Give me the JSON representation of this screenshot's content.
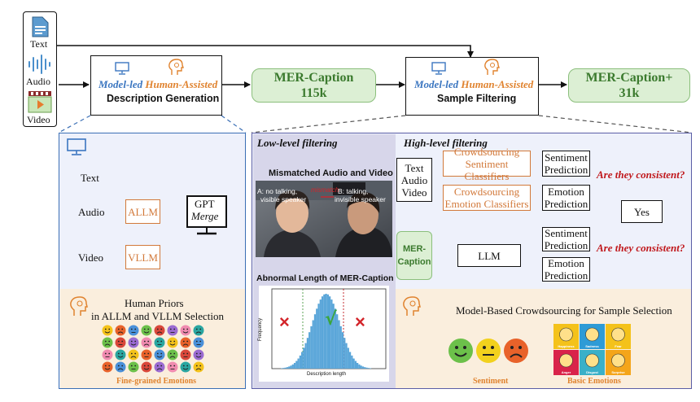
{
  "inputs": {
    "text": "Text",
    "audio": "Audio",
    "video": "Video"
  },
  "stage1": {
    "model_led": "Model-led",
    "human_assisted": "Human-Assisted",
    "title": "Description Generation"
  },
  "stage2": {
    "model_led": "Model-led",
    "human_assisted": "Human-Assisted",
    "title": "Sample Filtering"
  },
  "mer_caption": {
    "name": "MER-Caption",
    "count": "115k"
  },
  "mer_caption_plus": {
    "name": "MER-Caption+",
    "count": "31k"
  },
  "left_panel": {
    "text": "Text",
    "audio": "Audio",
    "video": "Video",
    "allm": "ALLM",
    "vllm": "VLLM",
    "gpt": "GPT",
    "merge": "Merge",
    "priors_line1": "Human Priors",
    "priors_line2": "in ALLM and VLLM Selection",
    "fine_grained": "Fine-grained Emotions"
  },
  "low_level": {
    "title": "Low-level filtering",
    "mismatch": "Mismatched Audio and Video",
    "speaker_a": "A: no talking,",
    "speaker_a2": "visible speaker",
    "mismatch_tag": "mismatch",
    "speaker_b": "B: talking,",
    "speaker_b2": "invisible speaker",
    "abnormal": "Abnormal Length of MER-Caption",
    "hist_ylabel": "Frequency",
    "hist_xlabel": "Description length",
    "check": "√",
    "cross": "×"
  },
  "high_level": {
    "title": "High-level filtering",
    "inputs_l1": "Text",
    "inputs_l2": "Audio",
    "inputs_l3": "Video",
    "crowd_sent_l1": "Crowdsourcing",
    "crowd_sent_l2": "Sentiment Classifiers",
    "crowd_emo_l1": "Crowdsourcing",
    "crowd_emo_l2": "Emotion Classifiers",
    "sent_pred_l1": "Sentiment",
    "sent_pred_l2": "Prediction",
    "emo_pred_l1": "Emotion",
    "emo_pred_l2": "Prediction",
    "consistent1": "Are they consistent?",
    "consistent2": "Are they consistent?",
    "yes": "Yes",
    "mer_l1": "MER-",
    "mer_l2": "Caption",
    "llm": "LLM",
    "crowd_title": "Model-Based Crowdsourcing for Sample Selection",
    "sentiment": "Sentiment",
    "basic_emotions": "Basic Emotions",
    "emo_tiles": [
      "Happiness",
      "Sadness",
      "Fear",
      "Anger",
      "Disgust",
      "Surprise"
    ]
  },
  "colors": {
    "blue": "#3b76c0",
    "orange": "#e0832f",
    "green_fill": "#dcefd4",
    "green_text": "#3b7a2e",
    "red": "#c0171b"
  }
}
